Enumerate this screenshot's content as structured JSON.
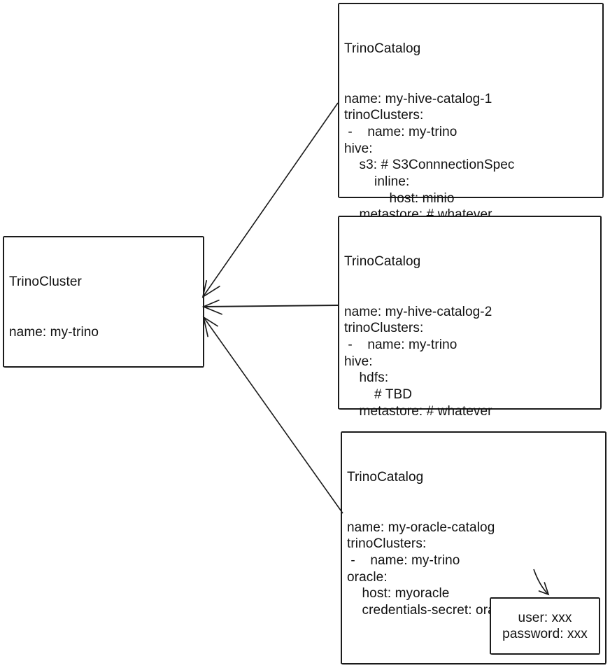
{
  "colors": {
    "stroke": "#1b1b1b",
    "background": "#ffffff",
    "text": "#111111"
  },
  "cluster_box": {
    "title": "TrinoCluster",
    "body": "name: my-trino"
  },
  "catalog_boxes": [
    {
      "title": "TrinoCatalog",
      "body": "name: my-hive-catalog-1\ntrinoClusters:\n -    name: my-trino\nhive:\n    s3: # S3ConnnectionSpec\n        inline:\n            host: minio\n    metastore: # whatever"
    },
    {
      "title": "TrinoCatalog",
      "body": "name: my-hive-catalog-2\ntrinoClusters:\n -    name: my-trino\nhive:\n    hdfs:\n        # TBD\n    metastore: # whatever"
    },
    {
      "title": "TrinoCatalog",
      "body": "name: my-oracle-catalog\ntrinoClusters:\n -    name: my-trino\noracle:\n    host: myoracle\n    credentials-secret: oracle-credentials"
    }
  ],
  "secret_box": {
    "body": "user: xxx\npassword: xxx"
  }
}
